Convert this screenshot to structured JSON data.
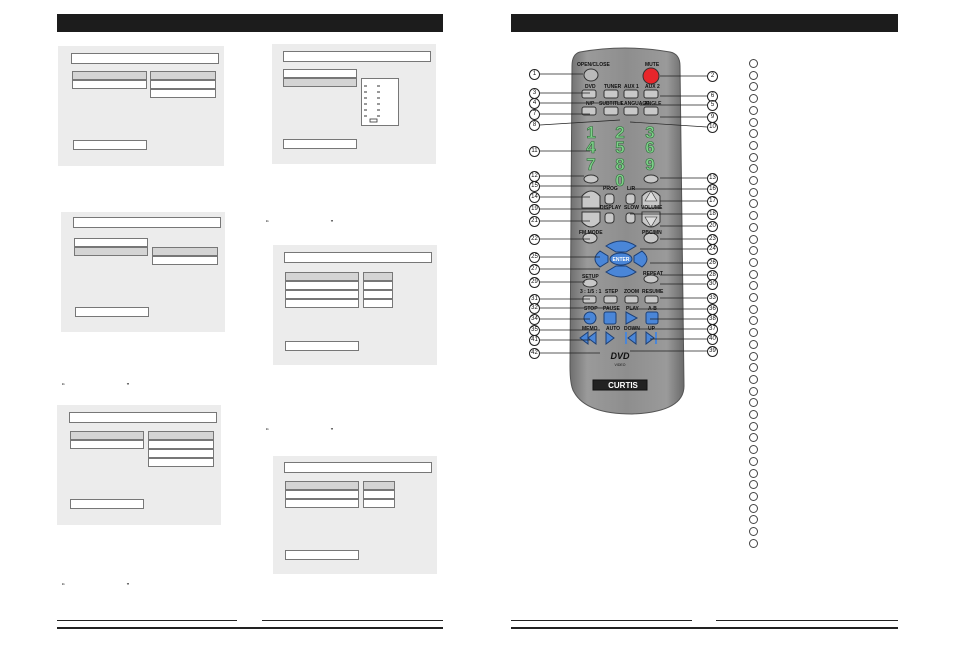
{
  "left_page": {
    "quotes": [
      {
        "open": "“",
        "close": "”"
      },
      {
        "open": "“",
        "close": "”"
      },
      {
        "open": "“",
        "close": "”"
      },
      {
        "open": "“",
        "close": "”"
      }
    ]
  },
  "right_page": {
    "remote": {
      "brand": "CURTIS",
      "logo": "DVD",
      "logo_sub": "VIDEO",
      "digits": [
        "1",
        "2",
        "3",
        "4",
        "5",
        "6",
        "7",
        "8",
        "9",
        "0"
      ],
      "button_labels": {
        "open_close": "OPEN/CLOSE",
        "mute": "MUTE",
        "dvd": "DVD",
        "tuner": "TUNER",
        "aux1": "AUX 1",
        "aux2": "AUX 2",
        "nav": "N/P",
        "subtitle": "SUBTITLE",
        "language": "LANGUAGE",
        "angle": "ANGLE",
        "prog": "PROG",
        "lr": "L/R",
        "display": "DISPLAY",
        "slow": "SLOW",
        "volume": "VOLUME",
        "fm_mode": "FM MODE",
        "pbc_pbm": "PBC/MN",
        "enter": "ENTER",
        "setup": "SETUP",
        "repeat": "REPEAT",
        "ratio": "3 : 1/5 : 1",
        "step": "STEP",
        "zoom": "ZOOM",
        "resume": "RESUME",
        "stop": "STOP",
        "pause": "PAUSE",
        "play": "PLAY",
        "ab": "A-B",
        "memo": "MEMO",
        "auto": "AUTO",
        "down": "DOWN",
        "up": "UP"
      },
      "callouts_left": [
        "1",
        "3",
        "4",
        "7",
        "8",
        "11",
        "12",
        "15",
        "14",
        "19",
        "21",
        "22",
        "25",
        "27",
        "29",
        "31",
        "32",
        "34",
        "35",
        "41",
        "42"
      ],
      "callouts_right": [
        "2",
        "6",
        "5",
        "9",
        "10",
        "13",
        "16",
        "17",
        "18",
        "20",
        "23",
        "24",
        "26",
        "28",
        "30",
        "33",
        "36",
        "38",
        "37",
        "40",
        "39"
      ]
    },
    "legend_count": 42
  },
  "colors": {
    "header_bar": "#1c1c1c",
    "remote_body": "#8b8b8b",
    "digit_green": "#7fd08a",
    "arrow_blue": "#4a86d8",
    "mute_red": "#e8262b"
  }
}
